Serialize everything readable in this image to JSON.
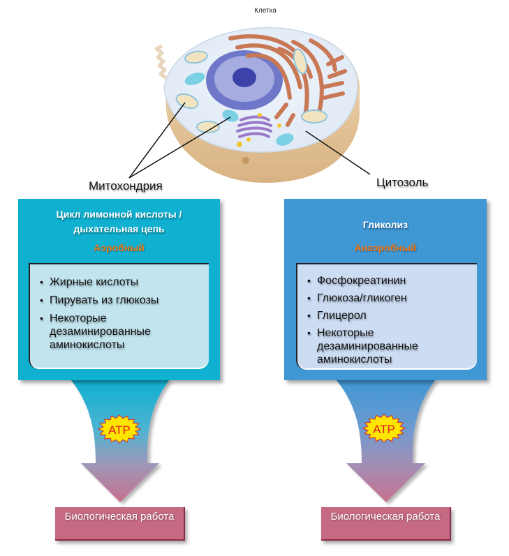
{
  "cell": {
    "title": "Клетка",
    "label_mitochondria": "Митохондрия",
    "label_cytosol": "Цитозоль"
  },
  "left_panel": {
    "title_line1": "Цикл лимонной кислоты /",
    "title_line2": "дыхательная цепь",
    "subtitle": "Аэробный",
    "items": [
      "Жирные кислоты",
      "Пирувать из глюкозы",
      "Некоторые дезаминированные аминокислоты"
    ],
    "color": "#0fb0d0"
  },
  "right_panel": {
    "title": "Гликолиз",
    "subtitle": "Анаэробный",
    "items": [
      "Фосфокреатинин",
      "Глюкоза/гликоген",
      "Глицерол",
      "Некоторые дезаминированные аминокислоты"
    ],
    "color": "#3f97d4"
  },
  "flow": {
    "atp_label": "ATP",
    "result_left": "Биологическая работа",
    "result_right": "Биологическая работа",
    "result_color": "#c56a82"
  }
}
